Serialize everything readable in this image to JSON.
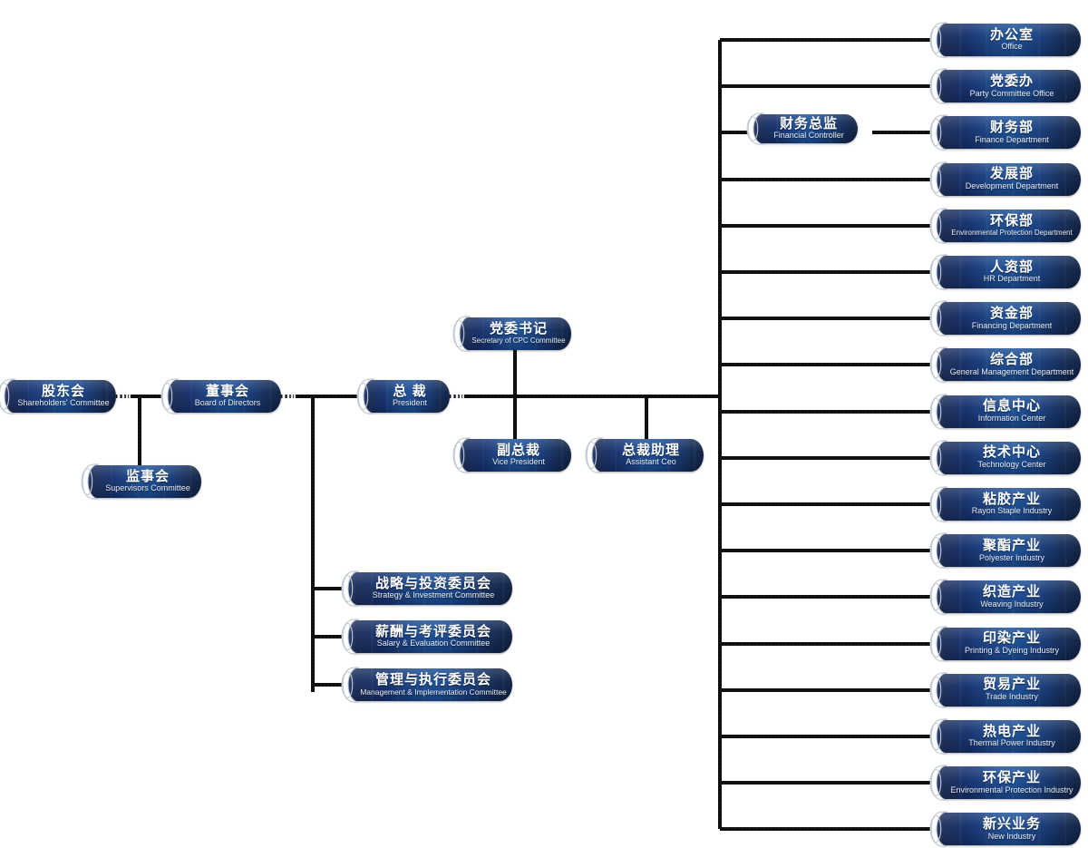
{
  "chart_data": {
    "type": "diagram",
    "title": "Corporate Organization Chart",
    "orientation": "left-to-right hierarchy"
  },
  "nodes": {
    "shareholders": {
      "zh": "股东会",
      "en": "Shareholders' Committee"
    },
    "board": {
      "zh": "董事会",
      "en": "Board of Directors"
    },
    "supervisors": {
      "zh": "监事会",
      "en": "Supervisors Committee"
    },
    "president": {
      "zh": "总 裁",
      "en": "President"
    },
    "cpc_secretary": {
      "zh": "党委书记",
      "en": "Secretary of CPC Committee"
    },
    "vice_president": {
      "zh": "副总裁",
      "en": "Vice President"
    },
    "assistant_ceo": {
      "zh": "总裁助理",
      "en": "Assistant Ceo"
    },
    "financial_controller": {
      "zh": "财务总监",
      "en": "Financial Controller"
    }
  },
  "committees": [
    {
      "zh": "战略与投资委员会",
      "en": "Strategy & Investment Committee"
    },
    {
      "zh": "薪酬与考评委员会",
      "en": "Salary & Evaluation Committee"
    },
    {
      "zh": "管理与执行委员会",
      "en": "Management & Implementation Committee"
    }
  ],
  "departments": [
    {
      "zh": "办公室",
      "en": "Office"
    },
    {
      "zh": "党委办",
      "en": "Party Committee Office"
    },
    {
      "zh": "财务部",
      "en": "Finance Department"
    },
    {
      "zh": "发展部",
      "en": "Development Department"
    },
    {
      "zh": "环保部",
      "en": "Environmental Protection Department"
    },
    {
      "zh": "人资部",
      "en": "HR Department"
    },
    {
      "zh": "资金部",
      "en": "Financing Department"
    },
    {
      "zh": "综合部",
      "en": "General Management Department"
    },
    {
      "zh": "信息中心",
      "en": "Information Center"
    },
    {
      "zh": "技术中心",
      "en": "Technology Center"
    },
    {
      "zh": "粘胶产业",
      "en": "Rayon Staple Industry"
    },
    {
      "zh": "聚酯产业",
      "en": "Polyester Industry"
    },
    {
      "zh": "织造产业",
      "en": "Weaving Industry"
    },
    {
      "zh": "印染产业",
      "en": "Printing & Dyeing Industry"
    },
    {
      "zh": "贸易产业",
      "en": "Trade Industry"
    },
    {
      "zh": "热电产业",
      "en": "Thermal Power Industry"
    },
    {
      "zh": "环保产业",
      "en": "Environmental Protection Industry"
    },
    {
      "zh": "新兴业务",
      "en": "New Industry"
    }
  ],
  "colors": {
    "node_dark": "#0e1f42",
    "node_mid": "#1a4e96",
    "node_edge": "#122a55",
    "line": "#3a3a3a",
    "text_zh": "#ffffff",
    "text_en": "#e9eef6",
    "background": "#ffffff"
  }
}
